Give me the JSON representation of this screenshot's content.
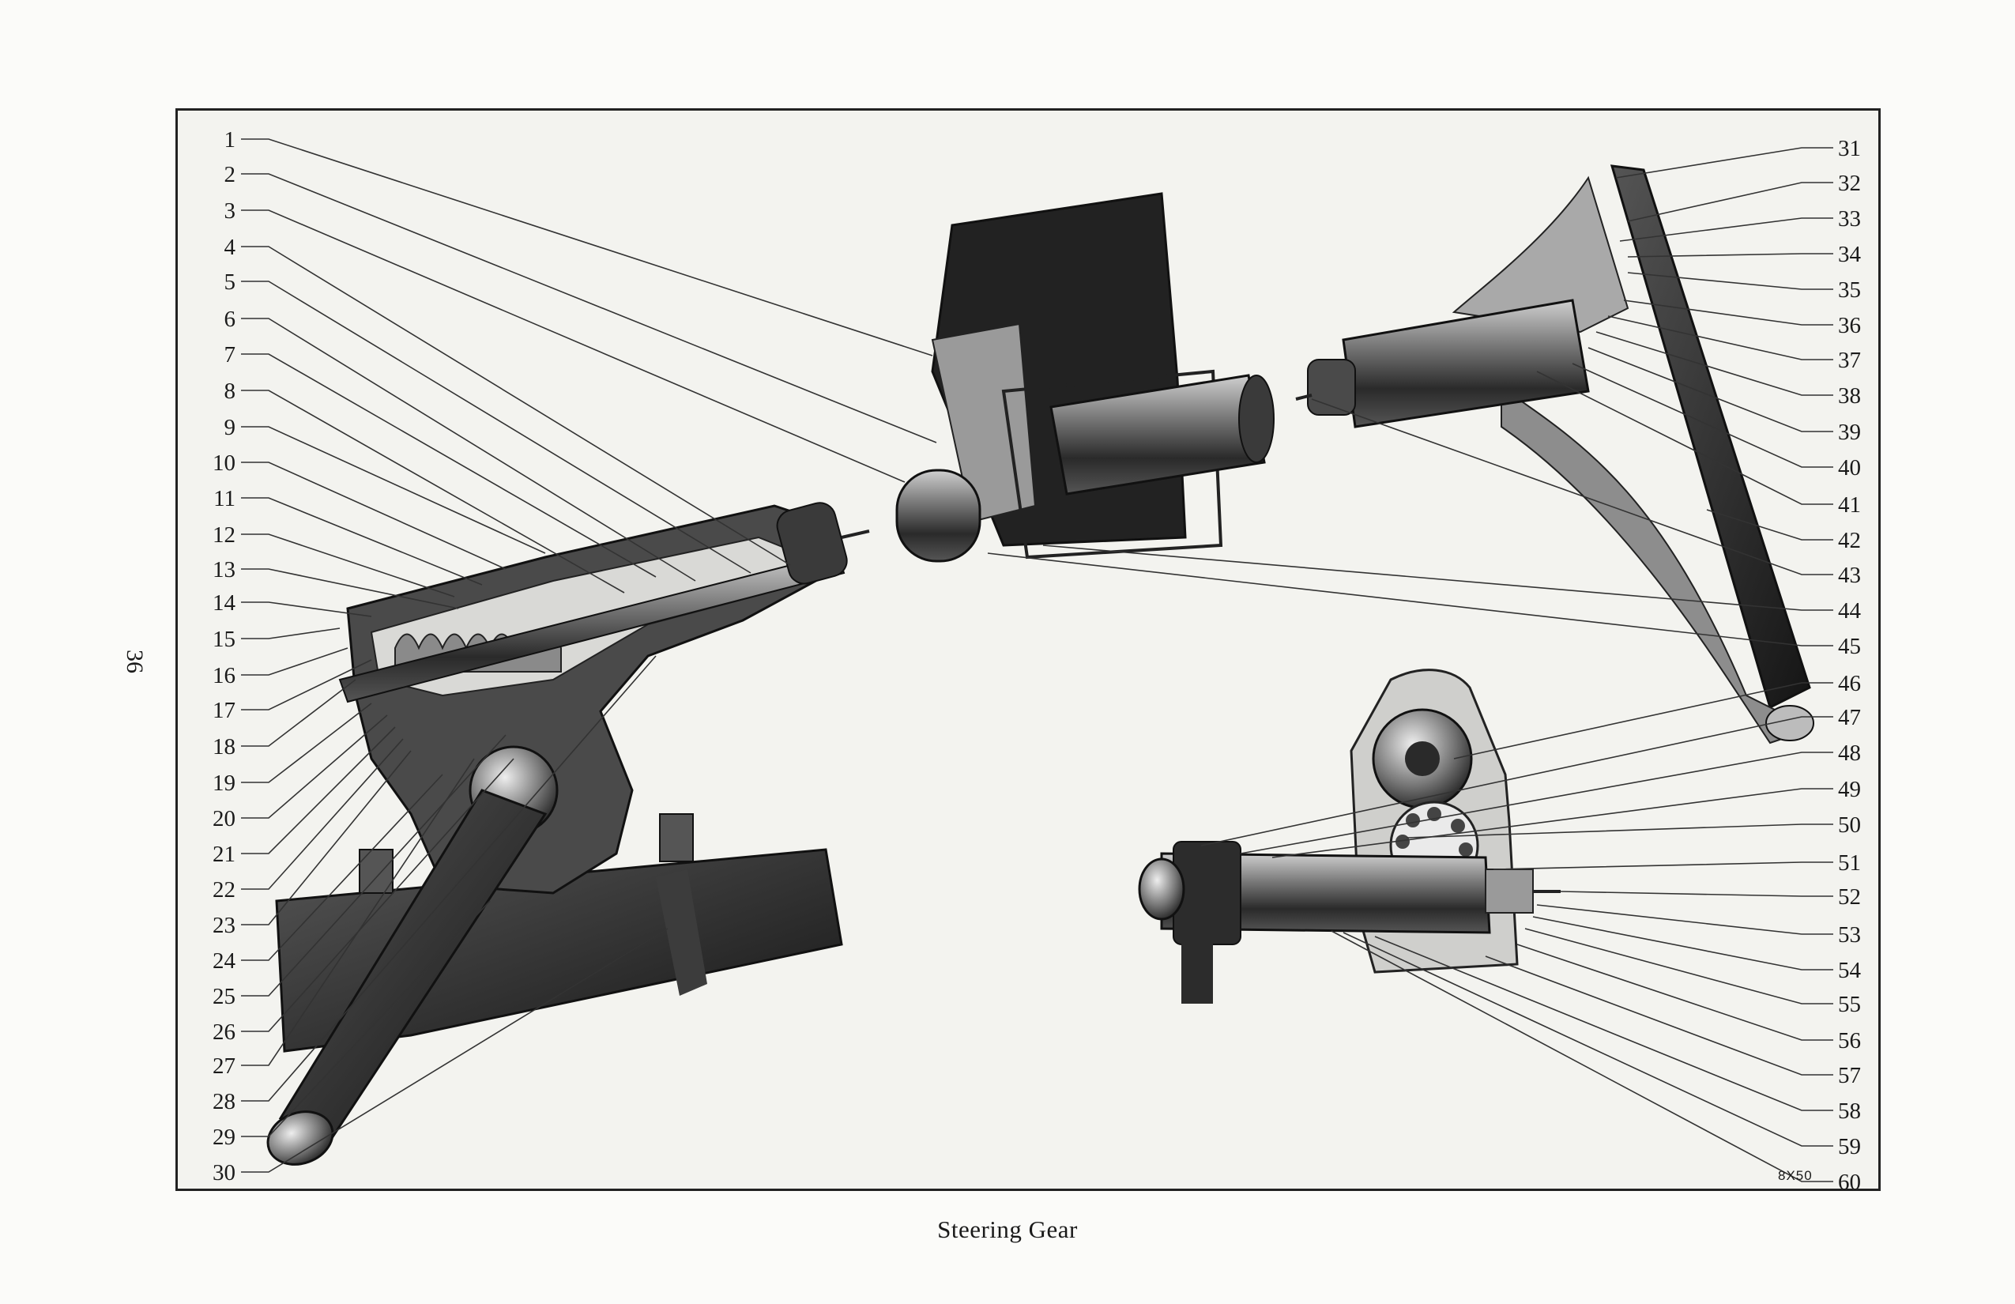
{
  "page_number": "36",
  "caption": "Steering Gear",
  "plate_code": "8X50",
  "labels_left": [
    "1",
    "2",
    "3",
    "4",
    "5",
    "6",
    "7",
    "8",
    "9",
    "10",
    "11",
    "12",
    "13",
    "14",
    "15",
    "16",
    "17",
    "18",
    "19",
    "20",
    "21",
    "22",
    "23",
    "24",
    "25",
    "26",
    "27",
    "28",
    "29",
    "30"
  ],
  "labels_right": [
    "31",
    "32",
    "33",
    "34",
    "35",
    "36",
    "37",
    "38",
    "39",
    "40",
    "41",
    "42",
    "43",
    "44",
    "45",
    "46",
    "47",
    "48",
    "49",
    "50",
    "51",
    "52",
    "53",
    "54",
    "55",
    "56",
    "57",
    "58",
    "59",
    "60"
  ],
  "colors": {
    "ink": "#1a1a1a",
    "paper": "#fbfbf9",
    "plate": "#f3f3ef",
    "metal_dark": "#2a2a2a",
    "metal_mid": "#6a6a6a",
    "metal_light": "#bdbdbd"
  }
}
